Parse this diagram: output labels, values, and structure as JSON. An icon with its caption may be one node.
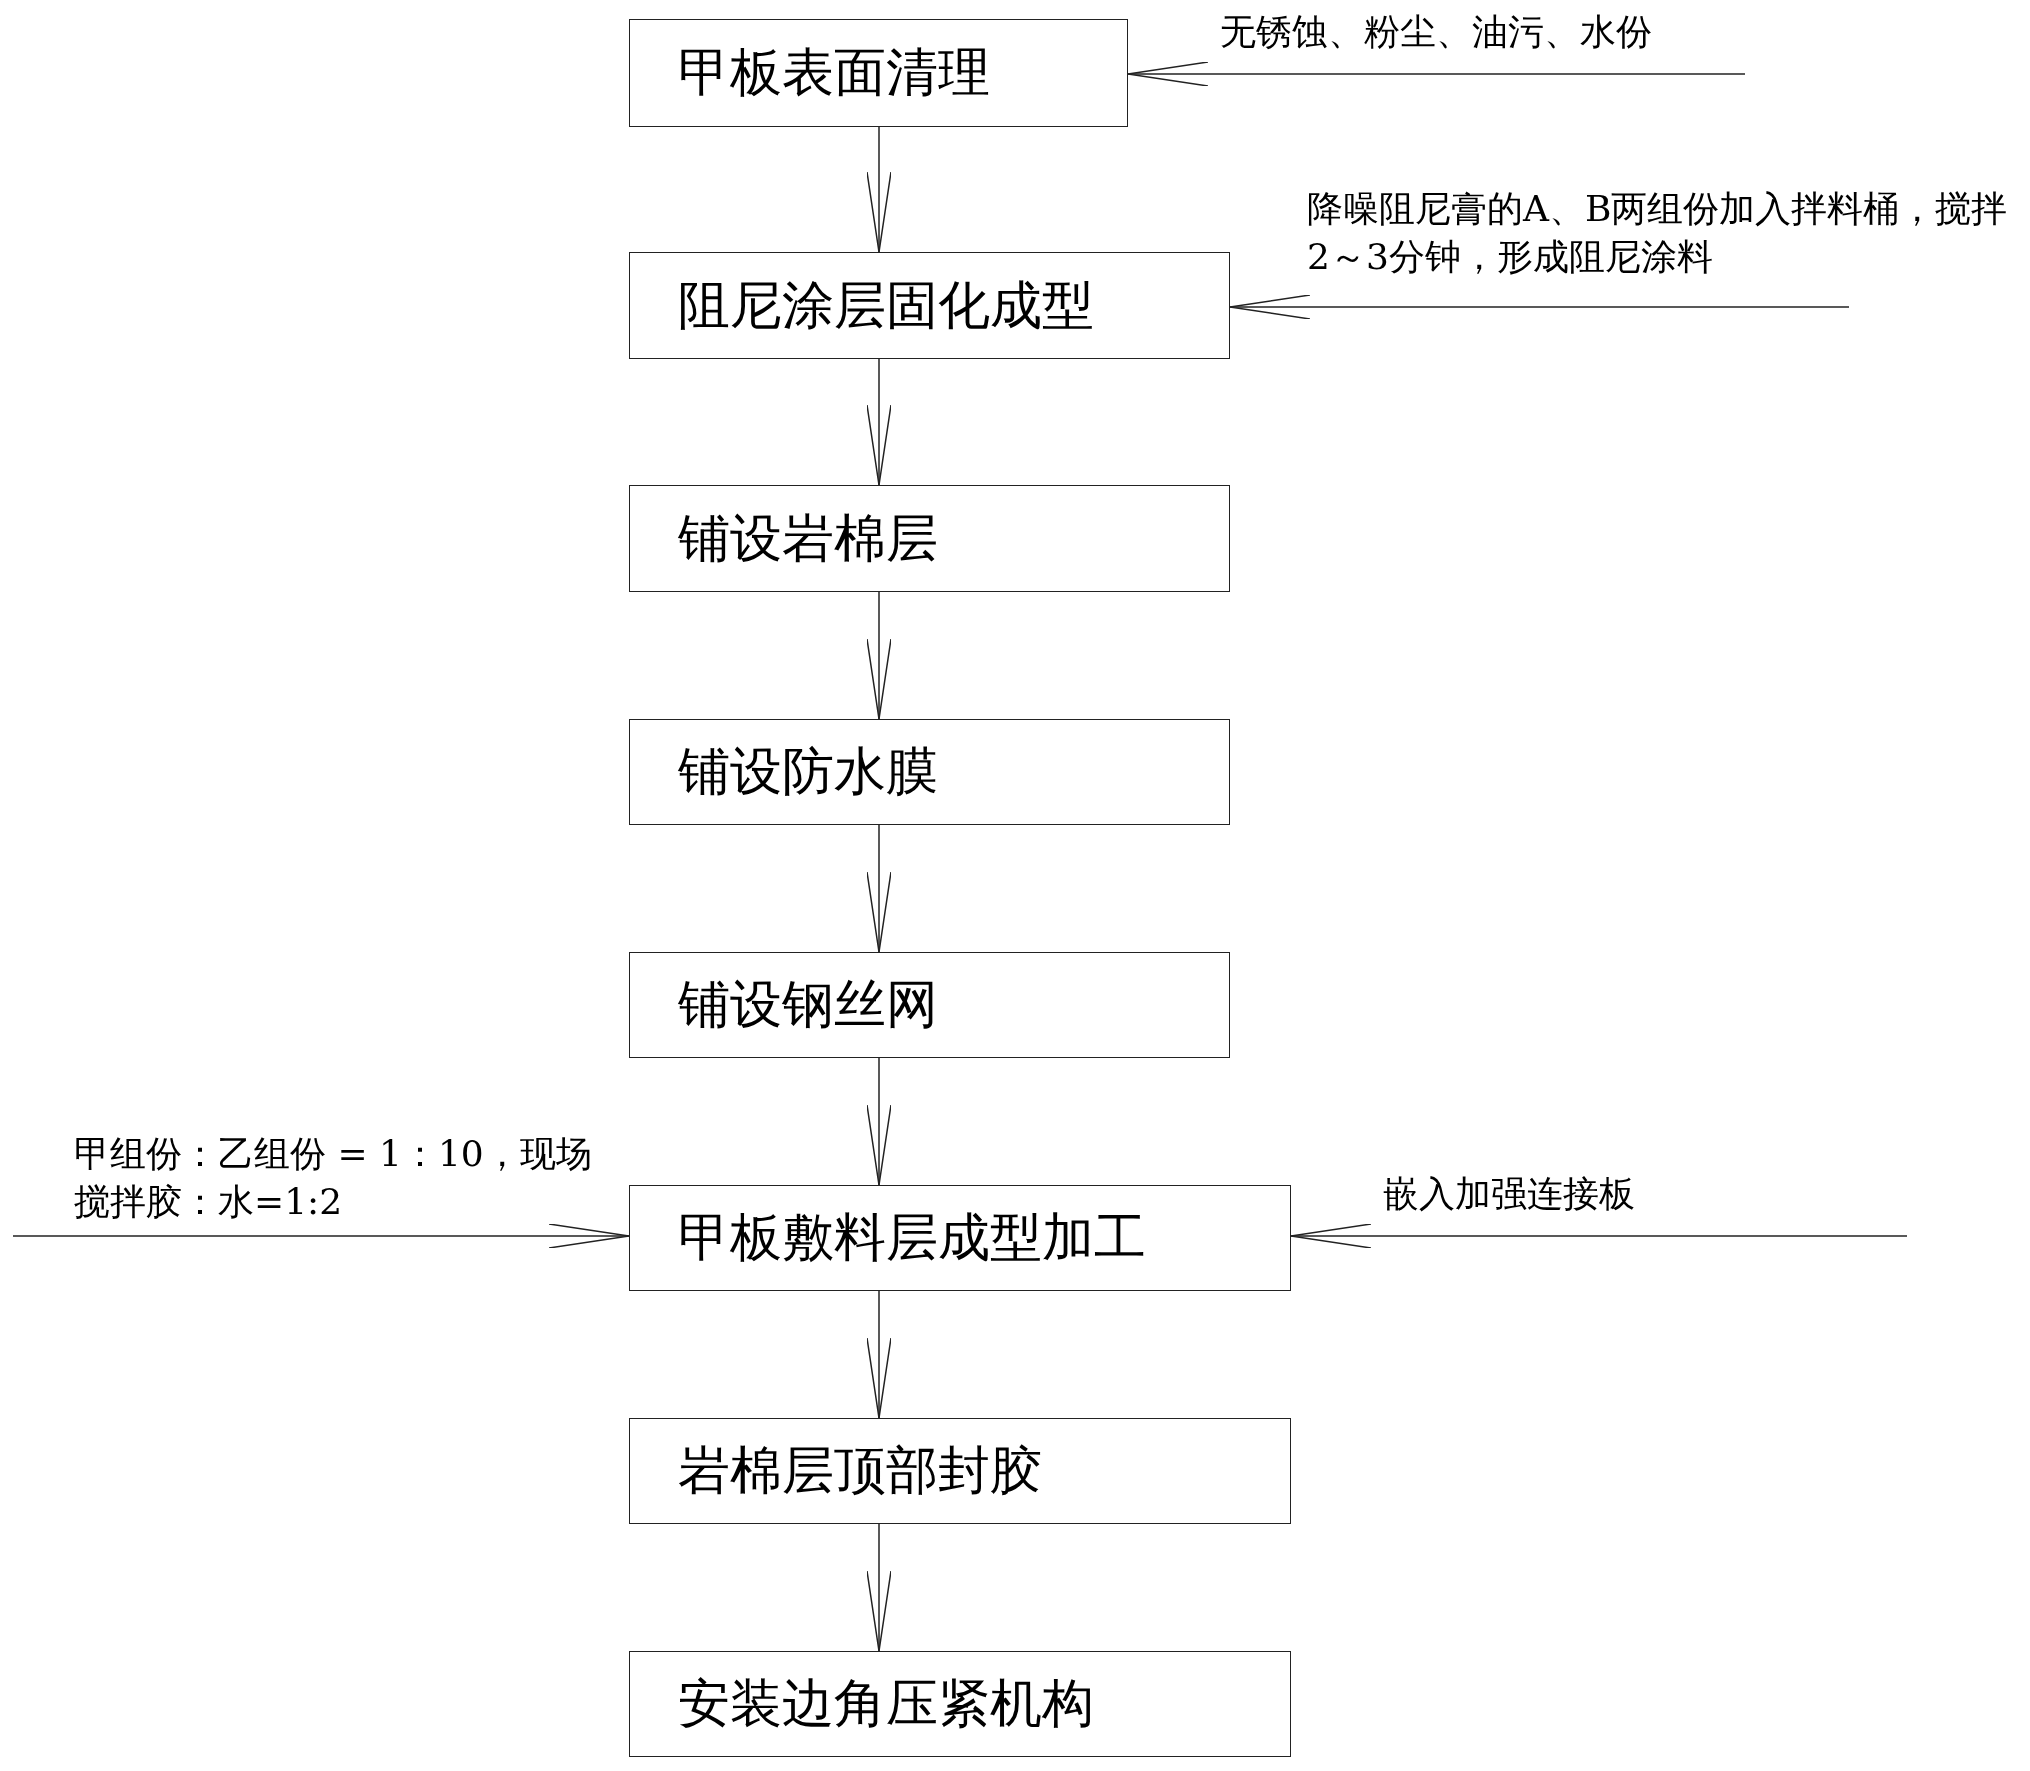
{
  "diagram": {
    "nodes": [
      {
        "text": [
          "甲板表面清理"
        ]
      },
      {
        "text": [
          "阻尼涂层固化成型"
        ]
      },
      {
        "text": [
          "铺设岩棉层"
        ]
      },
      {
        "text": [
          "铺设防水膜"
        ]
      },
      {
        "text": [
          "铺设钢丝网"
        ]
      },
      {
        "text": [
          "甲板敷料层成型加工"
        ]
      },
      {
        "text": [
          "岩棉层顶部封胶"
        ]
      },
      {
        "text": [
          "安装边角压紧机构"
        ]
      }
    ],
    "edges": [
      {
        "from": 0,
        "to": 1,
        "arrow": "to"
      },
      {
        "from": 1,
        "to": 2,
        "arrow": "to"
      },
      {
        "from": 2,
        "to": 3,
        "arrow": "to"
      },
      {
        "from": 3,
        "to": 4,
        "arrow": "to"
      },
      {
        "from": 4,
        "to": 5,
        "arrow": "to"
      },
      {
        "from": 5,
        "to": 6,
        "arrow": "to"
      },
      {
        "from": 6,
        "to": 7,
        "arrow": "to"
      },
      {
        "from": null,
        "to": 0,
        "arrow": "to",
        "label": "无锈蚀、粉尘、油污、水份"
      },
      {
        "from": null,
        "to": 1,
        "arrow": "to",
        "label": "降噪阻尼膏的A、B两组份加入拌料桶，搅拌2～3分钟，形成阻尼涂料"
      },
      {
        "from": null,
        "to": 5,
        "arrow": "to",
        "label": "甲组份：乙组份 = 1：10，现场搅拌胶：水=1:2"
      },
      {
        "from": null,
        "to": 5,
        "arrow": "to",
        "label": "嵌入加强连接板"
      }
    ]
  }
}
